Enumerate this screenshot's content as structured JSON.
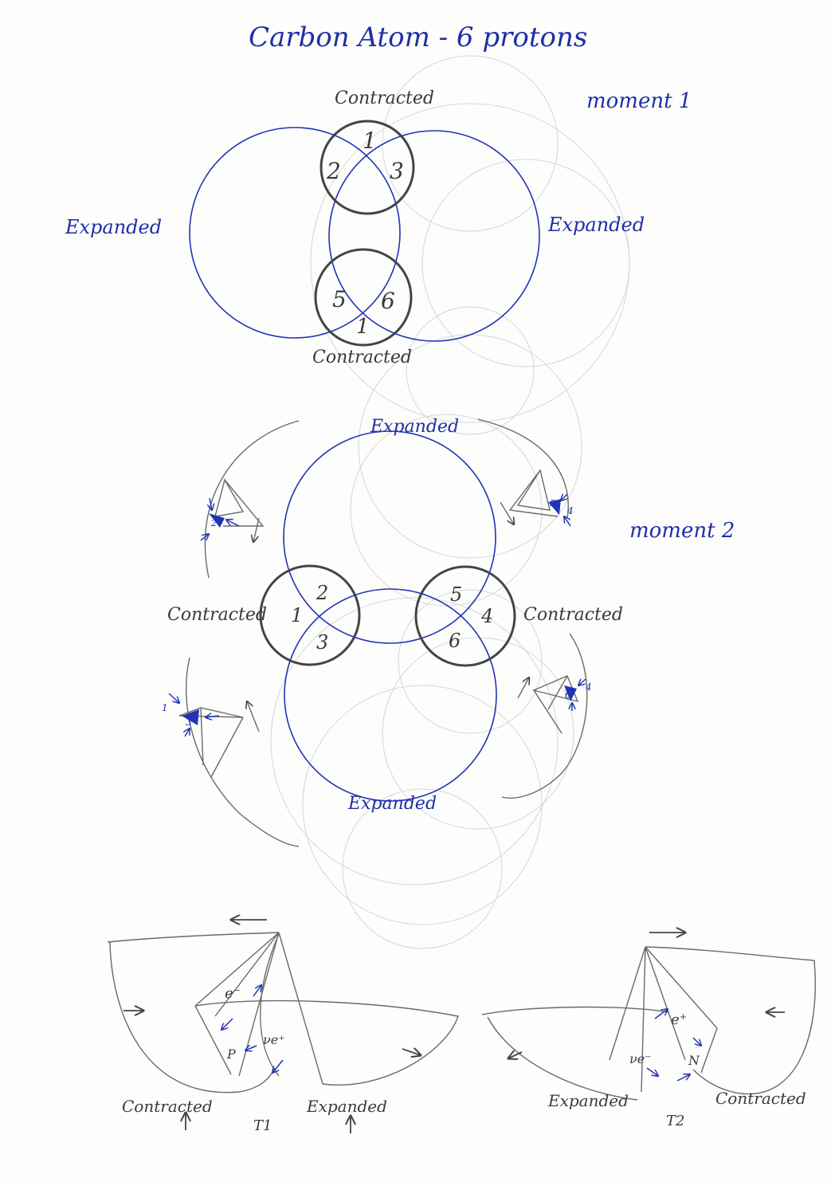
{
  "title": "Carbon Atom - 6 protons",
  "moment1": {
    "label": "moment 1",
    "top_contracted": "Contracted",
    "bottom_contracted": "Contracted",
    "left_expanded": "Expanded",
    "right_expanded": "Expanded",
    "top_numbers": [
      "1",
      "2",
      "3"
    ],
    "bottom_numbers": [
      "5",
      "6",
      "1"
    ]
  },
  "moment2": {
    "label": "moment 2",
    "top_expanded": "Expanded",
    "bottom_expanded": "Expanded",
    "left_contracted": "Contracted",
    "right_contracted": "Contracted",
    "left_numbers": [
      "2",
      "1",
      "3"
    ],
    "right_numbers": [
      "5",
      "4",
      "6"
    ],
    "cone_labels": [
      "2",
      "5",
      "4",
      "3",
      "6"
    ],
    "cone_side_labels": [
      "1",
      "4"
    ]
  },
  "bottom": {
    "t1": {
      "label": "T1",
      "contracted": "Contracted",
      "expanded": "Expanded",
      "particles": [
        "e⁻",
        "P",
        "νe⁺"
      ]
    },
    "t2": {
      "label": "T2",
      "expanded": "Expanded",
      "contracted": "Contracted",
      "particles": [
        "e⁺",
        "νe⁻",
        "N"
      ]
    }
  },
  "colors": {
    "ink_blue": "#2233b8",
    "graphite": "#444444",
    "faint": "#d6d6d6"
  }
}
